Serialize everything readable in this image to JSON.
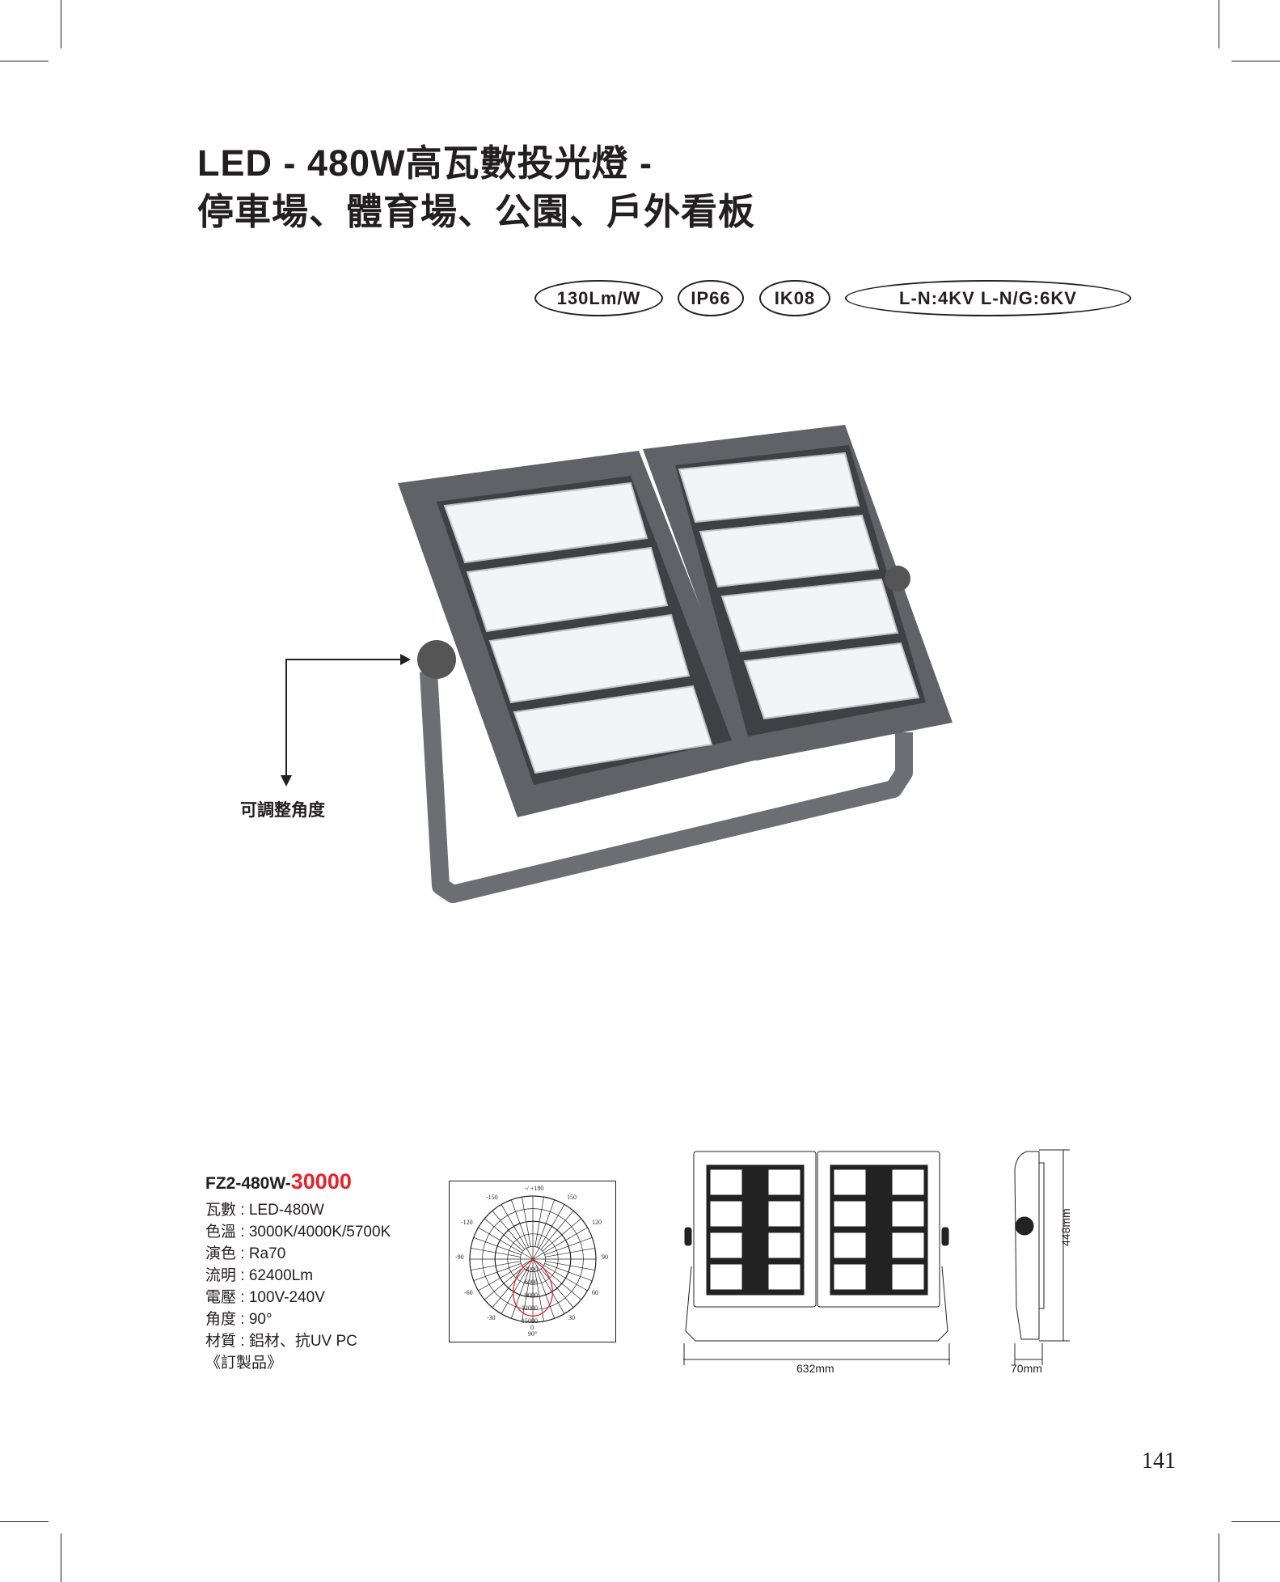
{
  "title": {
    "line1": "LED - 480W高瓦數投光燈 -",
    "line2": "停車場、體育場、公園、戶外看板"
  },
  "badges": [
    "130Lm/W",
    "IP66",
    "IK08",
    "L-N:4KV  L-N/G:6KV"
  ],
  "product_image": {
    "callout_label": "可調整角度"
  },
  "specs": {
    "model_prefix": "FZ2-480W-",
    "model_suffix": "30000",
    "rows": [
      "瓦數 : LED-480W",
      "色溫 : 3000K/4000K/5700K",
      "演色 : Ra70",
      "流明 : 62400Lm",
      "電壓 : 100V-240V",
      "角度 : 90°",
      "材質 : 鋁材、抗UV PC",
      "《訂製品》"
    ]
  },
  "polar_chart": {
    "angle_labels": [
      "-/ +180",
      "-150",
      "150",
      "-120",
      "120",
      "-90",
      "90",
      "-60",
      "60",
      "-30",
      "30",
      "0",
      "90°"
    ],
    "ring_labels": [
      "3000",
      "6000",
      "9000",
      "12000",
      "15000"
    ],
    "curve_color": "#e8202a"
  },
  "dimensions": {
    "width": "632mm",
    "height": "448mm",
    "depth": "70mm"
  },
  "page_number": "141"
}
